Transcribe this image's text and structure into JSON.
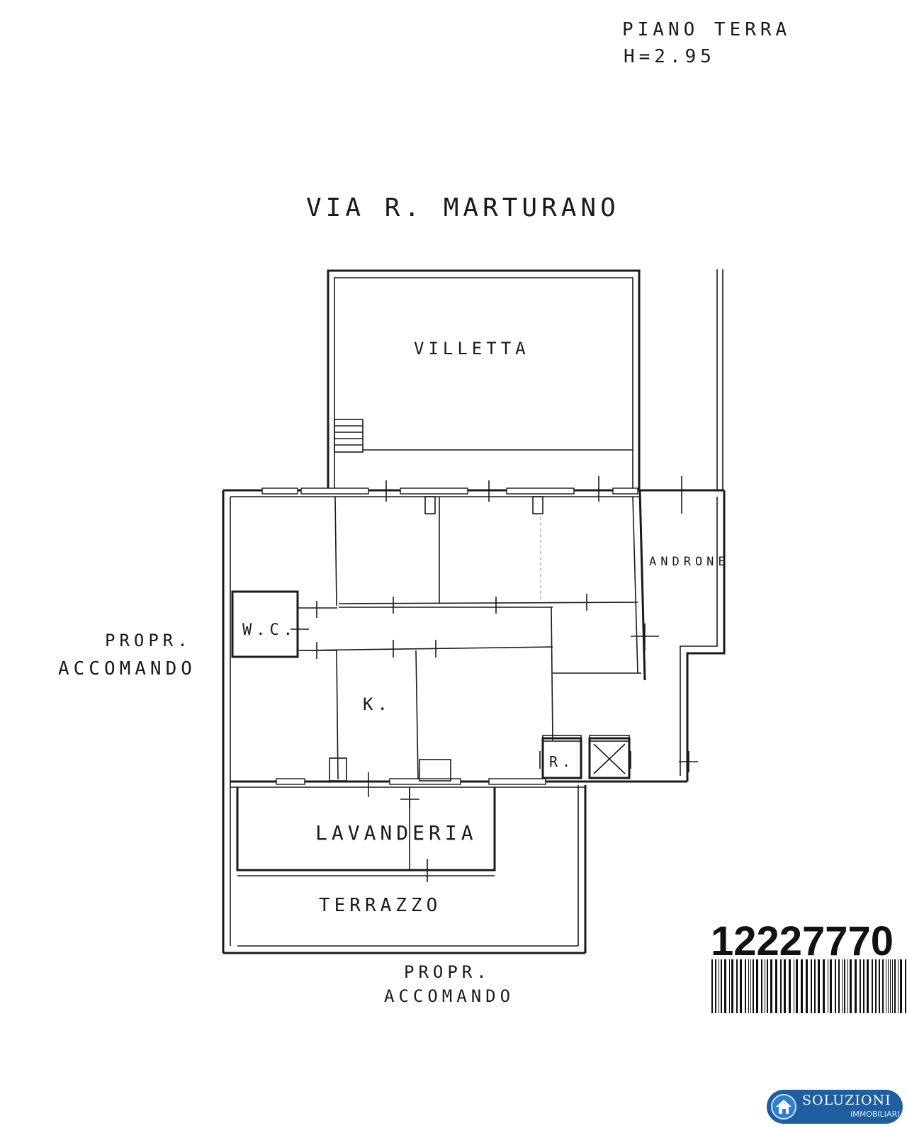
{
  "header": {
    "floor": "PIANO TERRA",
    "height": "H=2.95"
  },
  "street": "VIA R. MARTURANO",
  "rooms": {
    "villetta": "VILLETTA",
    "androne": "ANDRONE",
    "wc": "W.C.",
    "kitchen": "K.",
    "r": "R.",
    "lavanderia": "LAVANDERIA",
    "terrazzo": "TERRAZZO"
  },
  "neighbours": {
    "west_line1": "PROPR.",
    "west_line2": "ACCOMANDO",
    "south_line1": "PROPR.",
    "south_line2": "ACCOMANDO"
  },
  "barcode": {
    "number": "12227770"
  },
  "logo": {
    "name": "SOLUZIONI",
    "subtitle": "IMMOBILIARI",
    "icon": "house-icon",
    "color": "#1f5fa0"
  }
}
